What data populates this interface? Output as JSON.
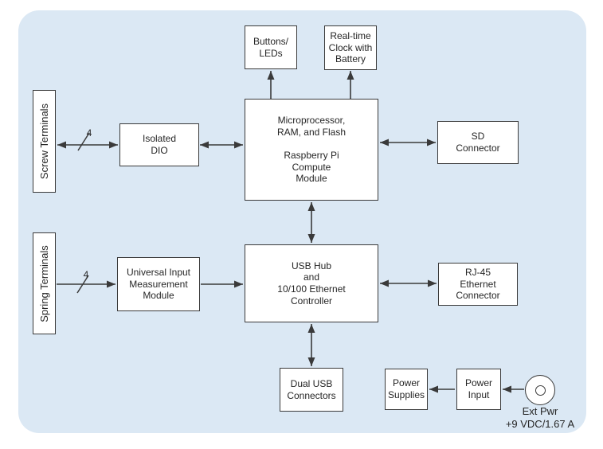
{
  "colors": {
    "panel_background": "#dbe8f4",
    "box_fill": "#ffffff",
    "line_and_border": "#3a3a3a",
    "text": "#262626"
  },
  "nodes": {
    "buttons_leds": {
      "label": "Buttons/\nLEDs"
    },
    "rtc": {
      "label": "Real-time\nClock with\nBattery"
    },
    "screw_terminals": {
      "label": "Screw Terminals"
    },
    "isolated_dio": {
      "label": "Isolated\nDIO"
    },
    "cpu": {
      "label": "Microprocessor,\nRAM, and Flash\n\nRaspberry Pi\nCompute\nModule"
    },
    "sd_connector": {
      "label": "SD\nConnector"
    },
    "spring_terminals": {
      "label": "Spring Terminals"
    },
    "universal_input": {
      "label": "Universal Input\nMeasurement\nModule"
    },
    "usb_hub": {
      "label": "USB Hub\nand\n10/100 Ethernet\nController"
    },
    "rj45": {
      "label": "RJ-45\nEthernet\nConnector"
    },
    "dual_usb": {
      "label": "Dual USB\nConnectors"
    },
    "power_supplies": {
      "label": "Power\nSupplies"
    },
    "power_input": {
      "label": "Power\nInput"
    }
  },
  "buses": {
    "screw_to_dio_width": "4",
    "spring_to_uim_width": "4"
  },
  "ext_power": {
    "label": "Ext Pwr",
    "rating": "+9 VDC/1.67 A"
  }
}
